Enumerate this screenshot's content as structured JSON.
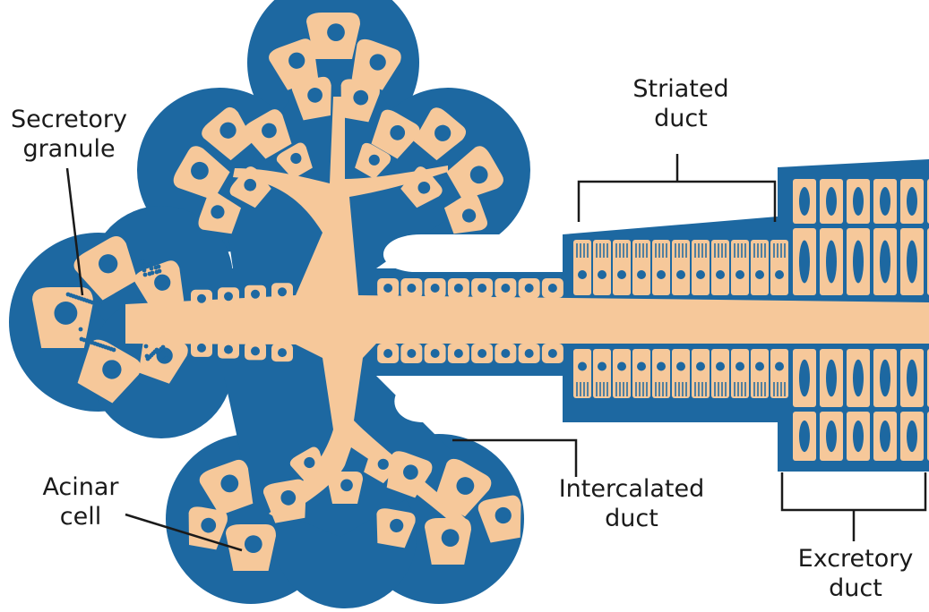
{
  "colors": {
    "tissue_blue": "#1d68a1",
    "cell_tan": "#f6c89a",
    "nucleus": "#1d68a1",
    "label_text": "#1a1a1a",
    "leader_line": "#1a1a1a"
  },
  "labels": {
    "secretory_granule": {
      "line1": "Secretory",
      "line2": "granule"
    },
    "acinar_cell": {
      "line1": "Acinar",
      "line2": "cell"
    },
    "striated_duct": {
      "line1": "Striated",
      "line2": "duct"
    },
    "intercalated_duct": {
      "line1": "Intercalated",
      "line2": "duct"
    },
    "excretory_duct": {
      "line1": "Excretory",
      "line2": "duct"
    }
  }
}
